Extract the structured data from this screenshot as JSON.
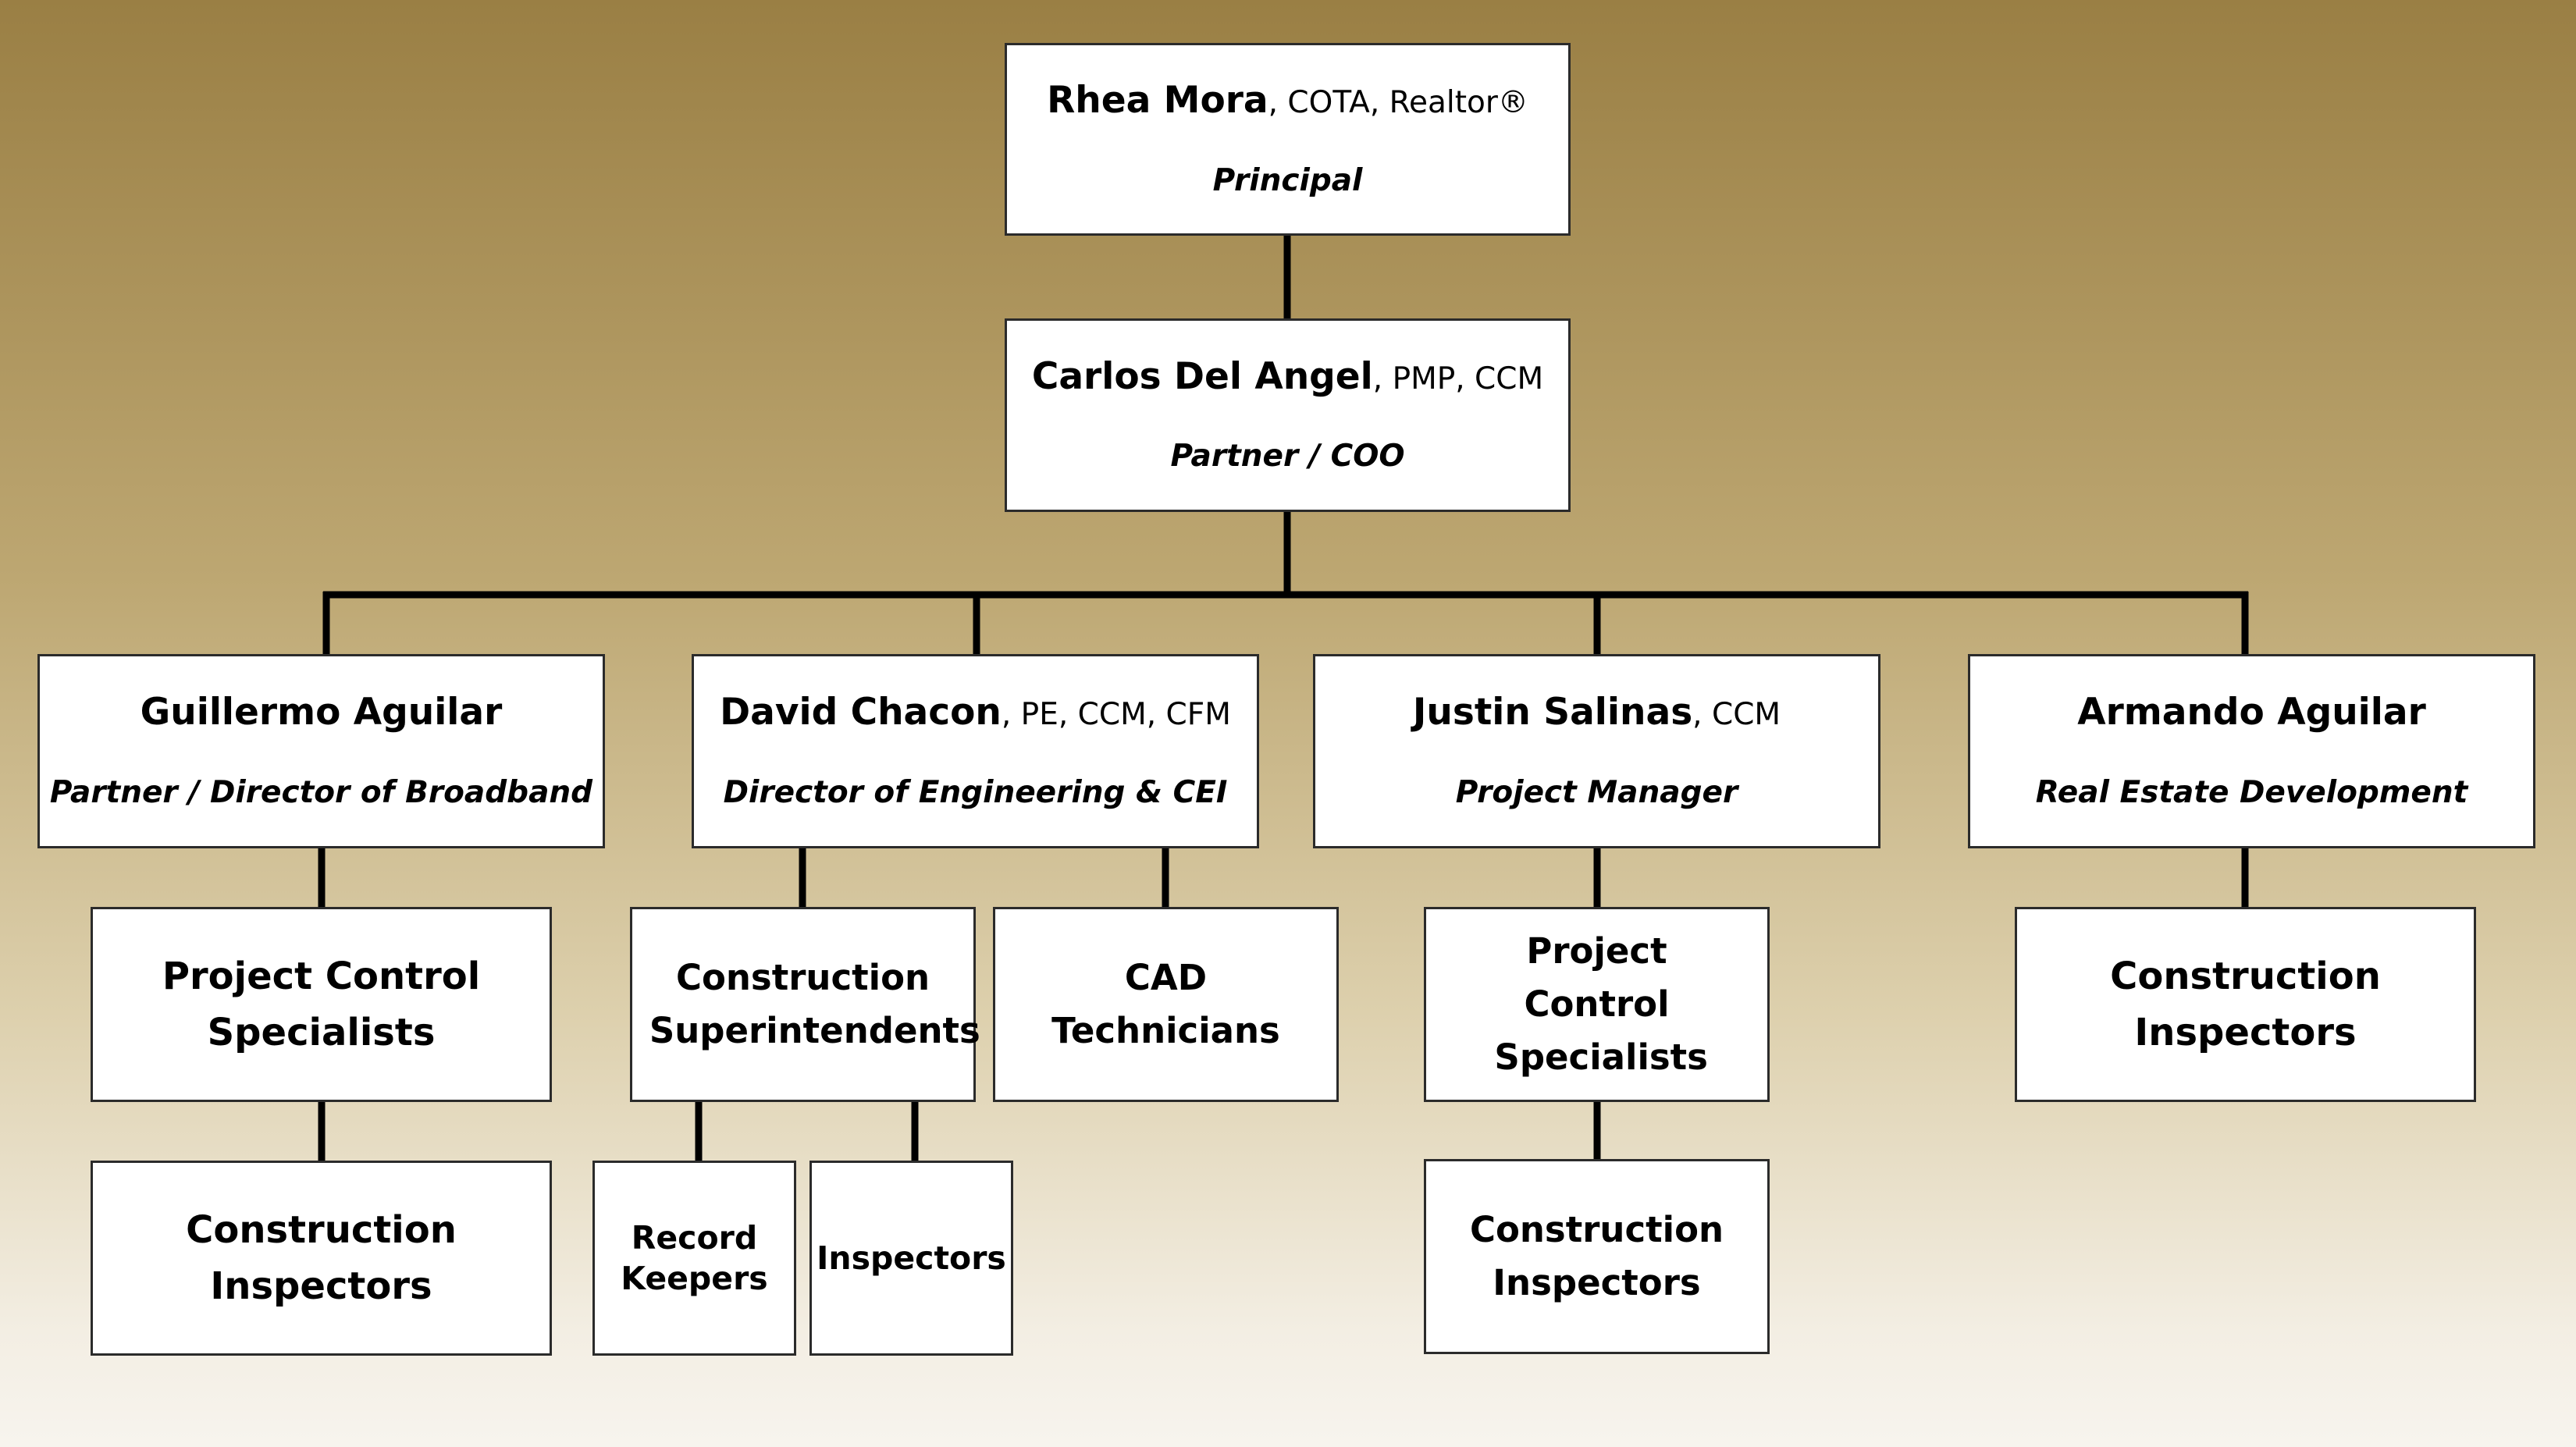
{
  "diagram": {
    "people": {
      "rhea": {
        "name": "Rhea Mora",
        "credentials": ", COTA, Realtor®",
        "title": "Principal"
      },
      "carlos": {
        "name": "Carlos Del Angel",
        "credentials": ", PMP, CCM",
        "title": "Partner / COO"
      },
      "guillermo": {
        "name": "Guillermo Aguilar",
        "credentials": "",
        "title": "Partner / Director of Broadband"
      },
      "david": {
        "name": "David Chacon",
        "credentials": ", PE, CCM, CFM",
        "title": "Director of Engineering & CEI"
      },
      "justin": {
        "name": "Justin Salinas",
        "credentials": ", CCM",
        "title": "Project Manager"
      },
      "armando": {
        "name": "Armando Aguilar",
        "credentials": "",
        "title": "Real Estate Development"
      }
    },
    "groups": {
      "guillermo_pcs": "Project Control Specialists",
      "guillermo_ci": "Construction Inspectors",
      "david_cs": "Construction Superintendents",
      "david_cad": "CAD Technicians",
      "david_rk": "Record Keepers",
      "david_insp": "Inspectors",
      "justin_pcs": "Project Control Specialists",
      "justin_ci": "Construction Inspectors",
      "armando_ci": "Construction Inspectors"
    },
    "colors": {
      "connector": "#000000",
      "box_border": "#2b2b2b",
      "box_fill": "#ffffff",
      "background_top": "#9a7f44",
      "background_bottom": "#f7f4ee"
    }
  }
}
